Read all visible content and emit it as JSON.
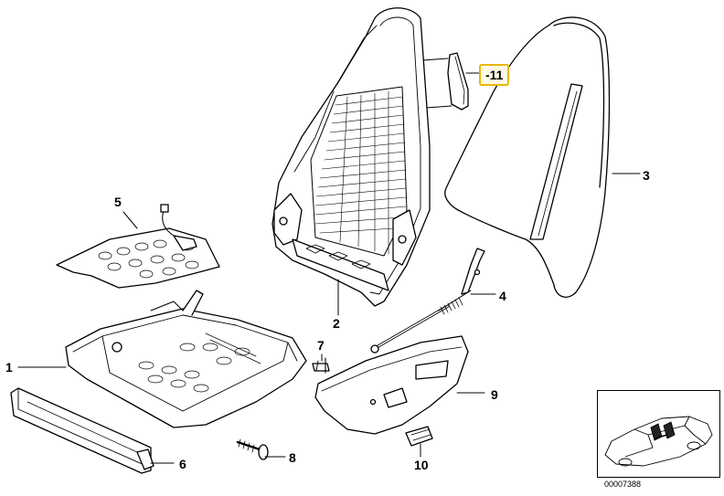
{
  "callouts": {
    "c1": "1",
    "c2": "2",
    "c3": "3",
    "c4": "4",
    "c5": "5",
    "c6": "6",
    "c7": "7",
    "c8": "8",
    "c9": "9",
    "c10": "10",
    "c11": "11"
  },
  "highlighted_part": "11",
  "highlight_color": "#e8b800",
  "document_number": "00007388"
}
